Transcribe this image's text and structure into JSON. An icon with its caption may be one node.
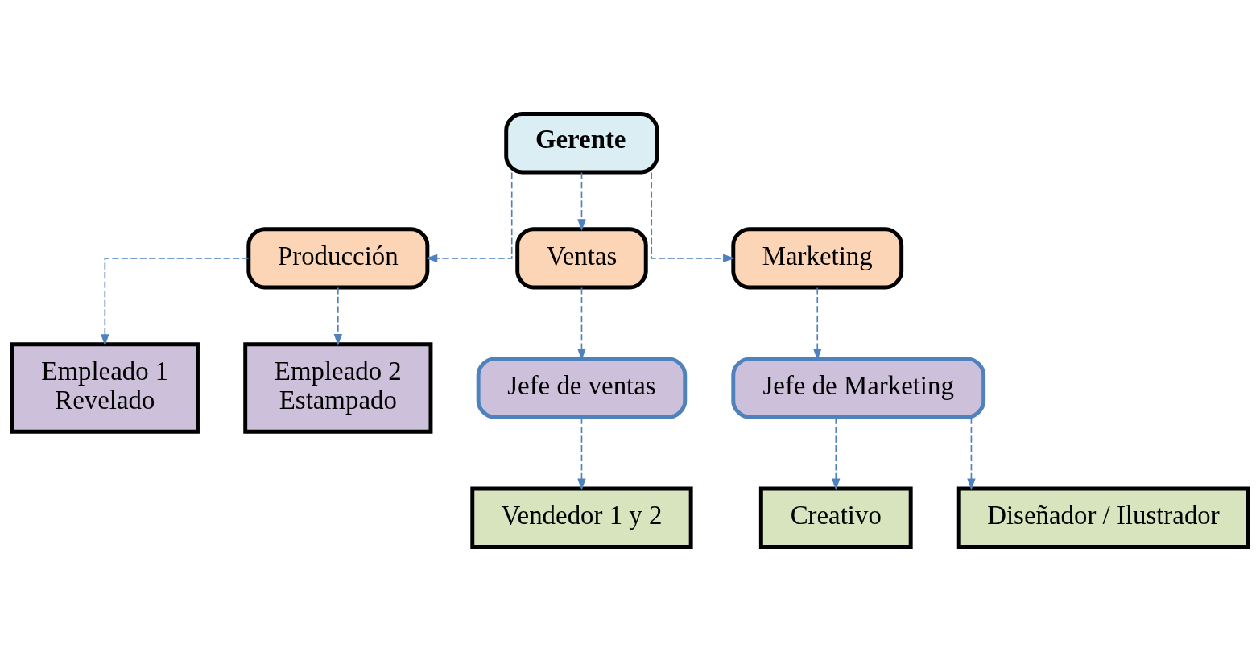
{
  "diagram": {
    "nodes": [
      {
        "text": [
          "Gerente"
        ]
      },
      {
        "text": [
          "Producción"
        ]
      },
      {
        "text": [
          "Ventas"
        ]
      },
      {
        "text": [
          "Marketing"
        ]
      },
      {
        "text": [
          "Empleado 1",
          "Revelado"
        ]
      },
      {
        "text": [
          "Empleado 2",
          "Estampado"
        ]
      },
      {
        "text": [
          "Jefe de ventas"
        ]
      },
      {
        "text": [
          "Jefe de Marketing"
        ]
      },
      {
        "text": [
          "Vendedor 1 y 2"
        ]
      },
      {
        "text": [
          "Creativo"
        ]
      },
      {
        "text": [
          "Diseñador / Ilustrador"
        ]
      }
    ],
    "edges": [
      {
        "from": 0,
        "to": 1,
        "arrow": "to",
        "style": "dashed"
      },
      {
        "from": 0,
        "to": 2,
        "arrow": "to",
        "style": "dashed"
      },
      {
        "from": 0,
        "to": 3,
        "arrow": "to",
        "style": "dashed"
      },
      {
        "from": 1,
        "to": 4,
        "arrow": "to",
        "style": "dashed"
      },
      {
        "from": 1,
        "to": 5,
        "arrow": "to",
        "style": "dashed"
      },
      {
        "from": 2,
        "to": 6,
        "arrow": "to",
        "style": "dashed"
      },
      {
        "from": 3,
        "to": 7,
        "arrow": "to",
        "style": "dashed"
      },
      {
        "from": 6,
        "to": 8,
        "arrow": "to",
        "style": "dashed"
      },
      {
        "from": 7,
        "to": 9,
        "arrow": "to",
        "style": "dashed"
      },
      {
        "from": 7,
        "to": 10,
        "arrow": "to",
        "style": "dashed"
      }
    ]
  }
}
